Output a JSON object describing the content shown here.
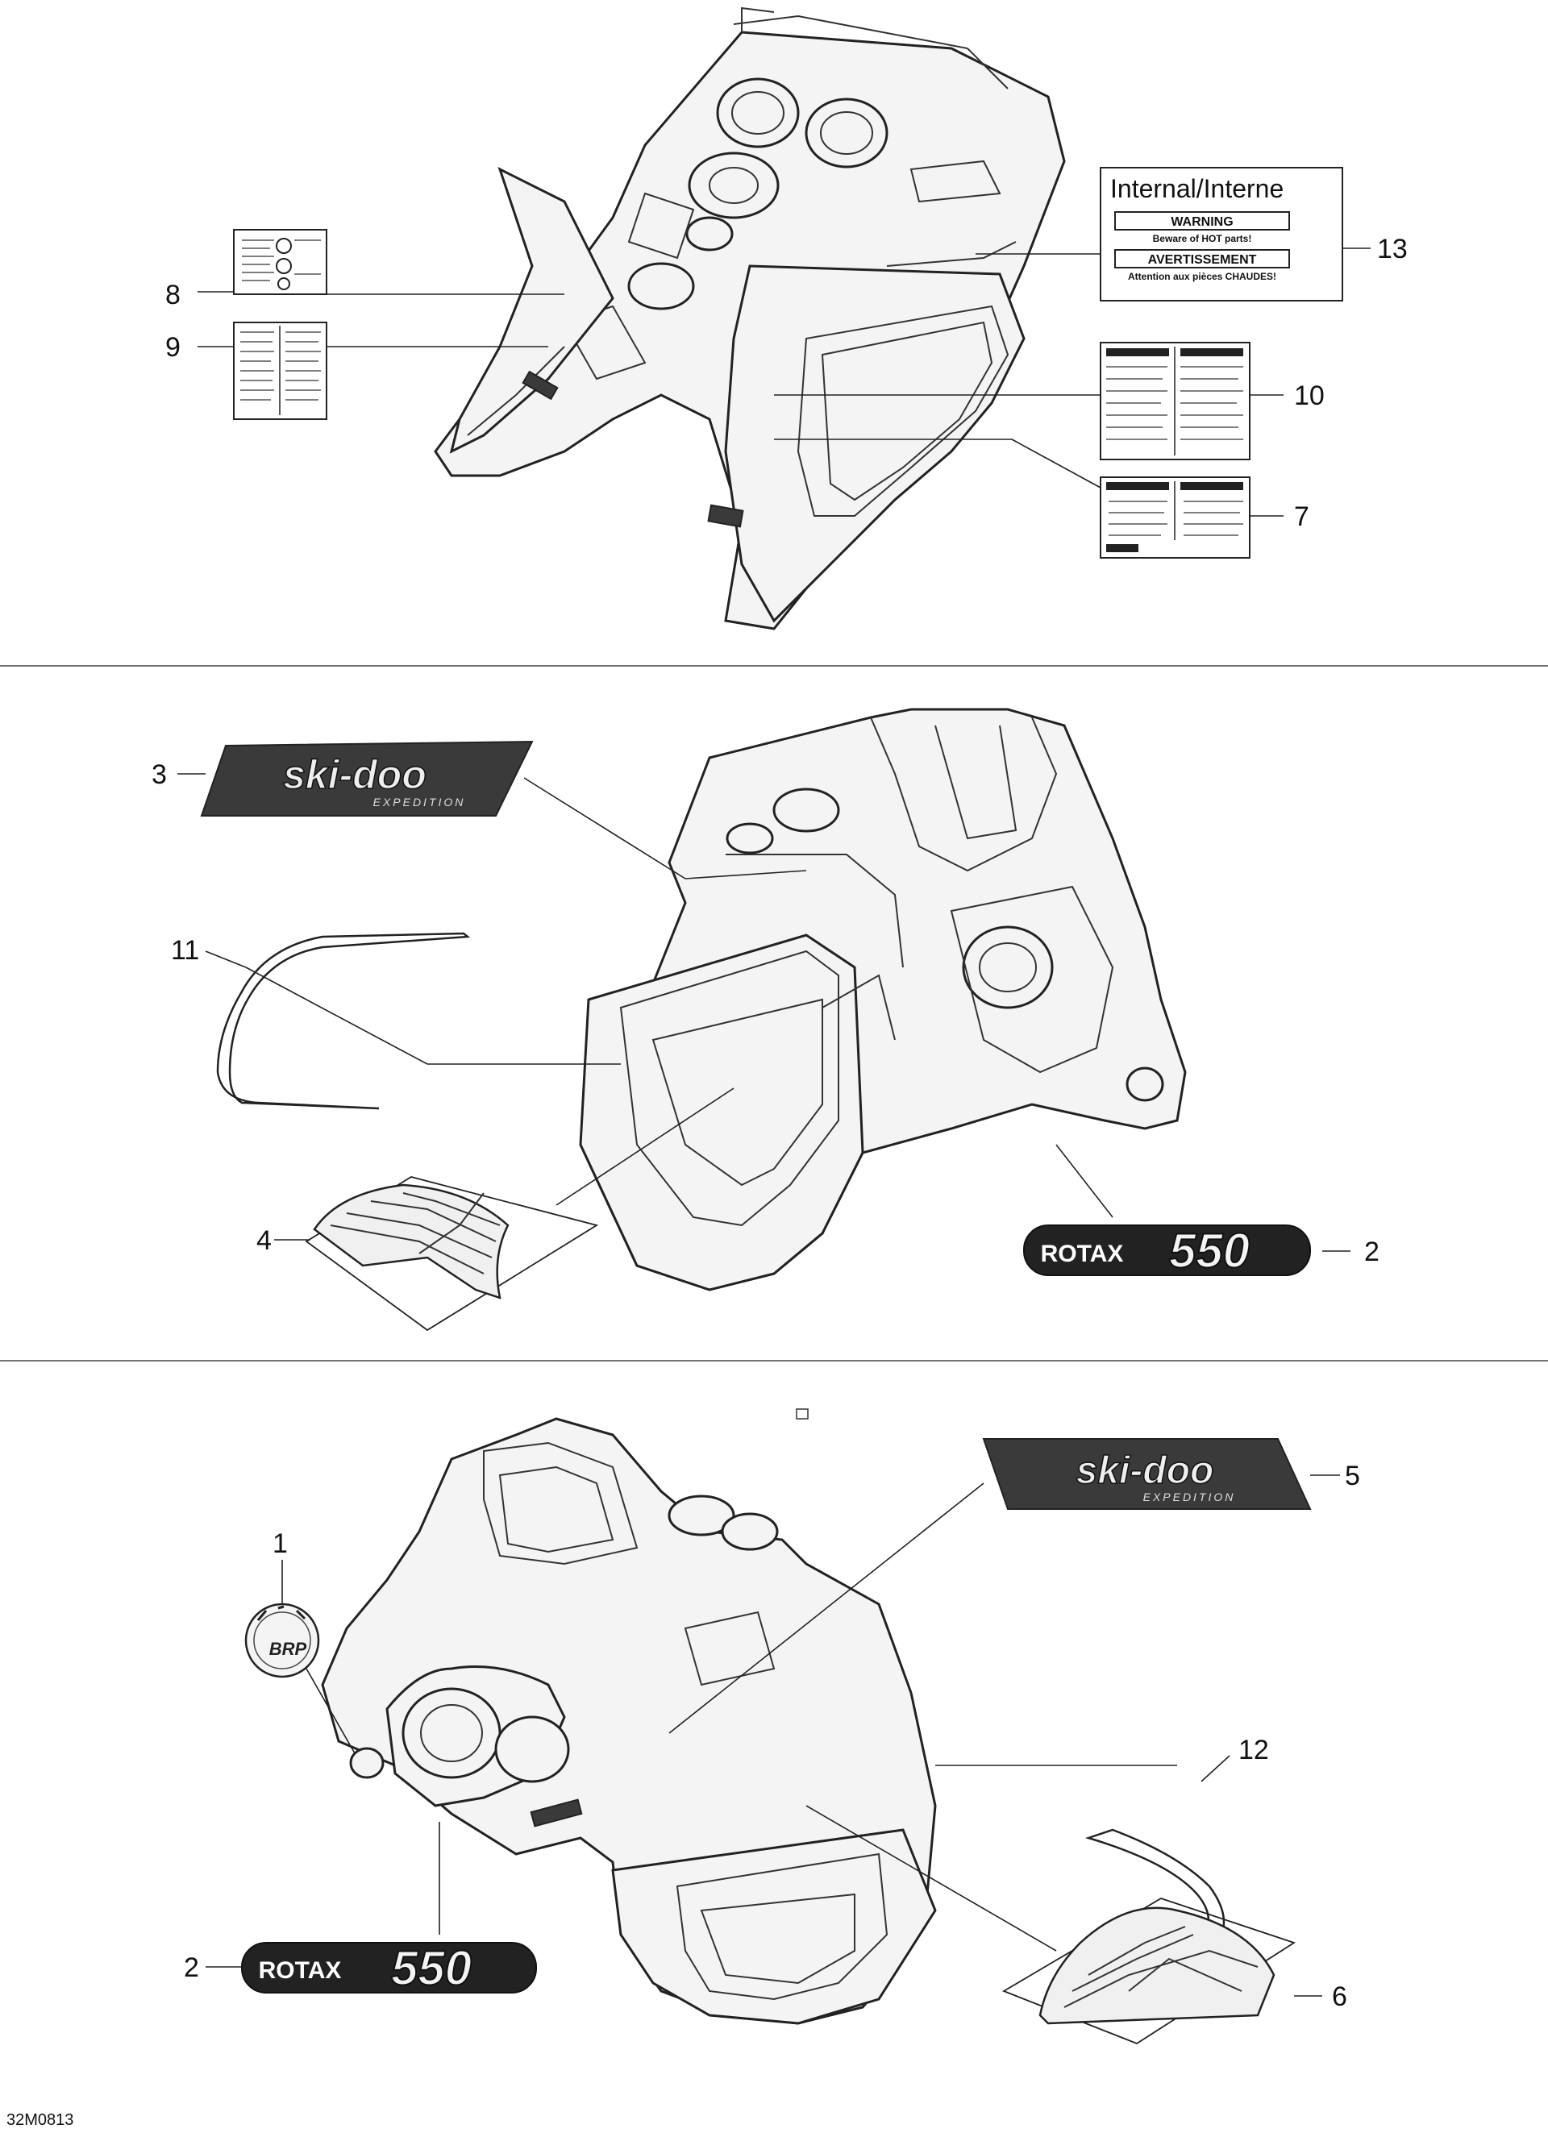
{
  "diagram_id": "32M0813",
  "callouts": {
    "c1": "1",
    "c2a": "2",
    "c2b": "2",
    "c3": "3",
    "c4": "4",
    "c5": "5",
    "c6": "6",
    "c7": "7",
    "c8": "8",
    "c9": "9",
    "c10": "10",
    "c11": "11",
    "c12": "12",
    "c13": "13"
  },
  "internal_label": {
    "title": "Internal/Interne",
    "warning": "WARNING",
    "warning_text": "Beware of HOT parts!",
    "avert": "AVERTISSEMENT",
    "avert_text": "Attention aux pièces CHAUDES!"
  },
  "decals": {
    "brand": "ski-doo",
    "model": "EXPEDITION",
    "engine_word": "ROTAX",
    "engine_num": "550",
    "badge": "BRP"
  },
  "colors": {
    "ink": "#222222",
    "decal_dark": "#3a3a3a",
    "paper": "#ffffff"
  }
}
